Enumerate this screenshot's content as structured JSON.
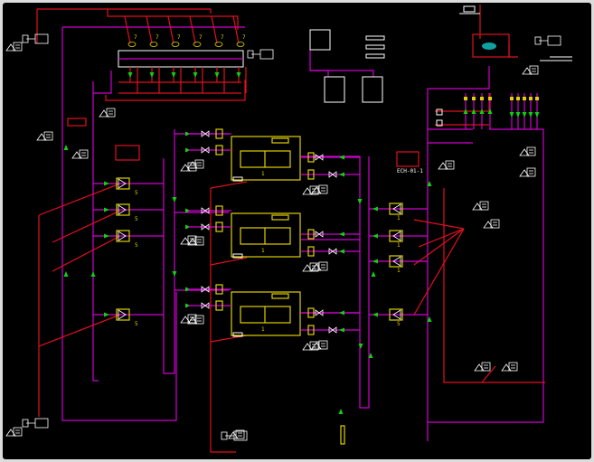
{
  "diagram": {
    "title": "",
    "colors": {
      "background": "#000000",
      "pipe_main": "#d000d0",
      "pipe_return": "#e01020",
      "equipment": "#e0d000",
      "flow_arrow": "#10d010",
      "instrument": "#ffffff"
    },
    "chiller_labels": [
      "1",
      "1",
      "1"
    ],
    "pump_labels_left": [
      "5",
      "5",
      "5",
      "5"
    ],
    "pump_labels_right": [
      "1",
      "1",
      "1",
      "5"
    ],
    "tower_labels": [
      "7",
      "7",
      "7",
      "7",
      "7",
      "7"
    ],
    "unit_tag": "ECH-01-1",
    "icon_names": [
      "valve-icon",
      "pump-icon",
      "gauge-icon",
      "flow-arrow-icon",
      "thermometer-icon"
    ]
  }
}
